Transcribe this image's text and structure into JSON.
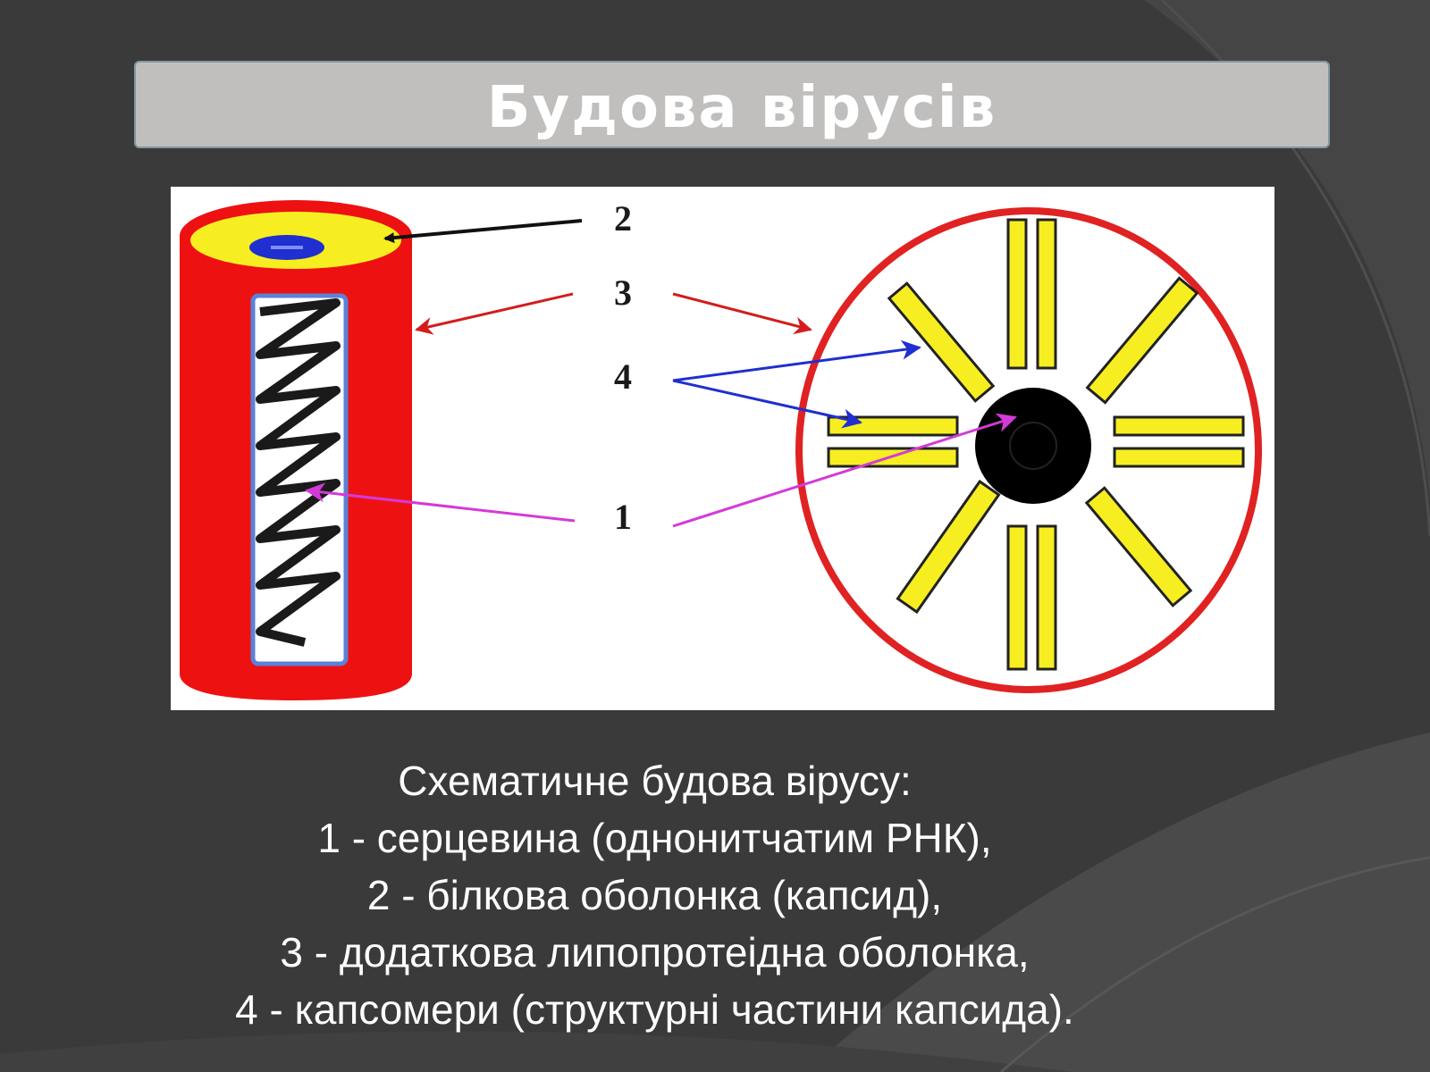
{
  "title": "Будова вірусів",
  "diagram": {
    "labels": [
      "2",
      "3",
      "4",
      "1"
    ]
  },
  "caption": {
    "heading": "Схематичне будова вірусу:",
    "items": [
      "1 - серцевина (однонитчатим РНК),",
      "2 - білкова оболонка (капсид),",
      "3 - додаткова липопротеідна оболонка,",
      "4 - капсомери (структурні частини капсида)."
    ]
  },
  "colors": {
    "background": "#3a3a3a",
    "title_bar": "#c1bfbd",
    "envelope": "#ee1111",
    "capsomere": "#f7ee22",
    "core": "#000000",
    "arrow_black": "#111111",
    "arrow_red": "#d41c1c",
    "arrow_blue": "#1f2fd0",
    "arrow_magenta": "#d43ad8"
  }
}
